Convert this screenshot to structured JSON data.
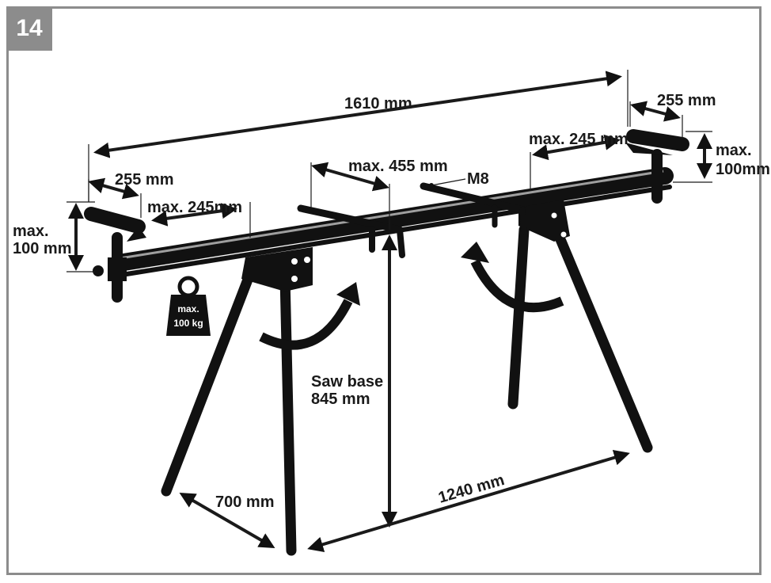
{
  "figure_number": "14",
  "labels": {
    "total_length": "1610 mm",
    "right_support_width": "255 mm",
    "left_support_width": "255 mm",
    "right_extension": "max. 245 mm",
    "left_extension": "max. 245mm",
    "center_bracket": "max. 455 mm",
    "bolt": "M8",
    "right_height_line1": "max.",
    "right_height_line2": "100mm",
    "left_height_line1": "max.",
    "left_height_line2": "100 mm",
    "weight_line1": "max.",
    "weight_line2": "100 kg",
    "saw_base_line1": "Saw base",
    "saw_base_line2": "845 mm",
    "leg_span_depth": "700 mm",
    "leg_span_width": "1240 mm"
  },
  "colors": {
    "frame": "#8c8c8c",
    "ink": "#111111"
  }
}
